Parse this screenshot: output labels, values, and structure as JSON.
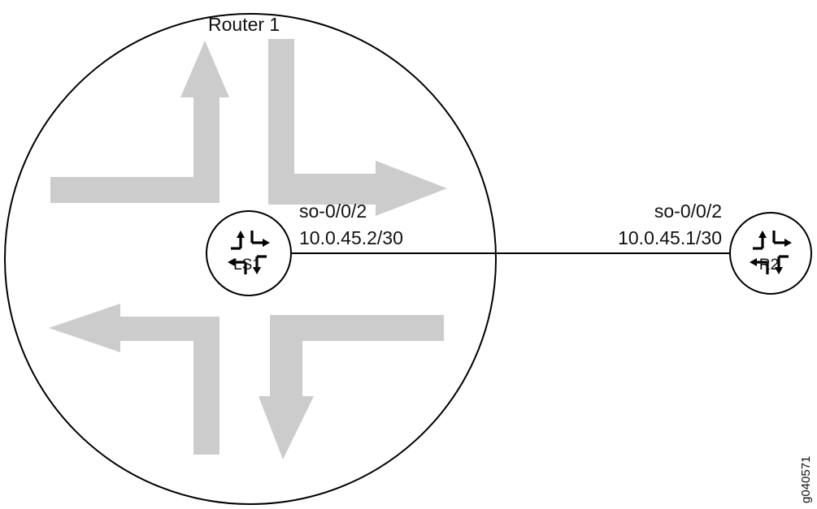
{
  "title": "Router 1",
  "nodes": {
    "ls1": {
      "label": "LS1"
    },
    "r2": {
      "label": "R2"
    }
  },
  "links": [
    {
      "left_interface": "so-0/0/2",
      "left_address": "10.0.45.2/30",
      "right_interface": "so-0/0/2",
      "right_address": "10.0.45.1/30"
    }
  ],
  "figure_id": "g040571",
  "colors": {
    "line": "#000000",
    "arrow_fill": "#cccccc",
    "text": "#111111"
  }
}
